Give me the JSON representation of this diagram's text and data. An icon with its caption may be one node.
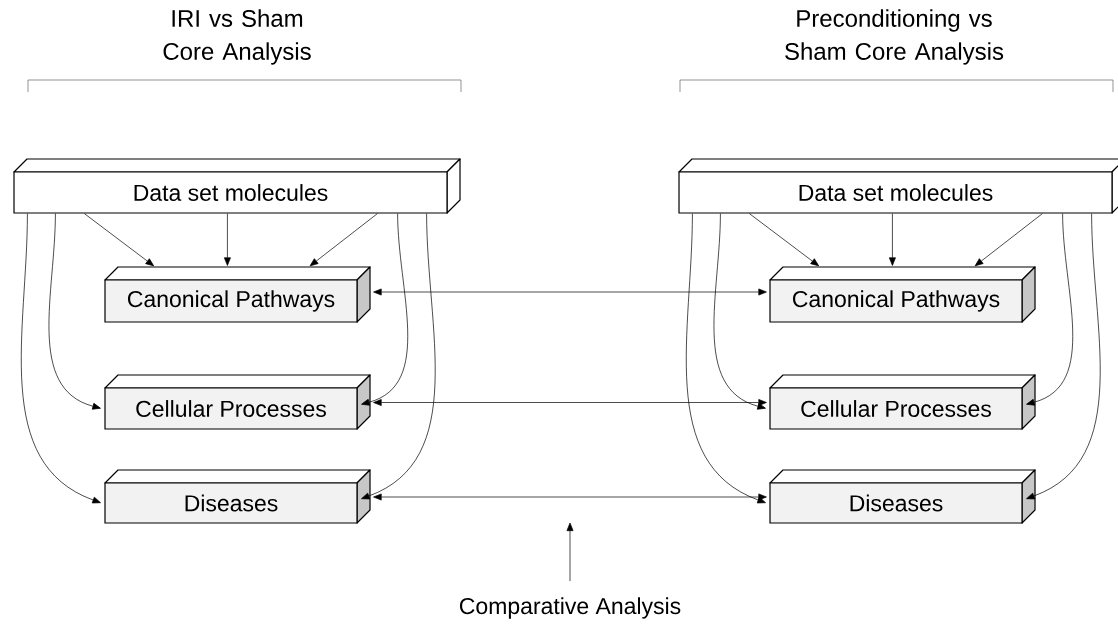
{
  "diagram": {
    "nodes": [
      {
        "text": [
          "Data set molecules"
        ]
      },
      {
        "text": [
          "Canonical Pathways"
        ]
      },
      {
        "text": [
          "Cellular Processes"
        ]
      },
      {
        "text": [
          "Diseases"
        ]
      },
      {
        "text": [
          "Data set molecules"
        ]
      },
      {
        "text": [
          "Canonical Pathways"
        ]
      },
      {
        "text": [
          "Cellular Processes"
        ]
      },
      {
        "text": [
          "Diseases"
        ]
      },
      {
        "text": [
          "Comparative Analysis"
        ]
      }
    ],
    "edges": [
      {
        "from": 0,
        "to": 1,
        "arrow": "to"
      },
      {
        "from": 0,
        "to": 1,
        "arrow": "to"
      },
      {
        "from": 0,
        "to": 1,
        "arrow": "to"
      },
      {
        "from": 0,
        "to": 2,
        "arrow": "to"
      },
      {
        "from": 0,
        "to": 3,
        "arrow": "to"
      },
      {
        "from": 0,
        "to": 2,
        "arrow": "to"
      },
      {
        "from": 0,
        "to": 3,
        "arrow": "to"
      },
      {
        "from": 4,
        "to": 5,
        "arrow": "to"
      },
      {
        "from": 4,
        "to": 5,
        "arrow": "to"
      },
      {
        "from": 4,
        "to": 5,
        "arrow": "to"
      },
      {
        "from": 4,
        "to": 6,
        "arrow": "to"
      },
      {
        "from": 4,
        "to": 7,
        "arrow": "to"
      },
      {
        "from": 4,
        "to": 6,
        "arrow": "to"
      },
      {
        "from": 4,
        "to": 7,
        "arrow": "to"
      },
      {
        "from": 1,
        "to": 5,
        "arrow": "both"
      },
      {
        "from": 2,
        "to": 6,
        "arrow": "both"
      },
      {
        "from": 3,
        "to": 7,
        "arrow": "both"
      },
      {
        "from": 8,
        "to": null,
        "arrow": "to"
      }
    ],
    "labels": [
      "IRI vs Sham Core Analysis",
      "Preconditioning vs Sham Core Analysis"
    ]
  }
}
